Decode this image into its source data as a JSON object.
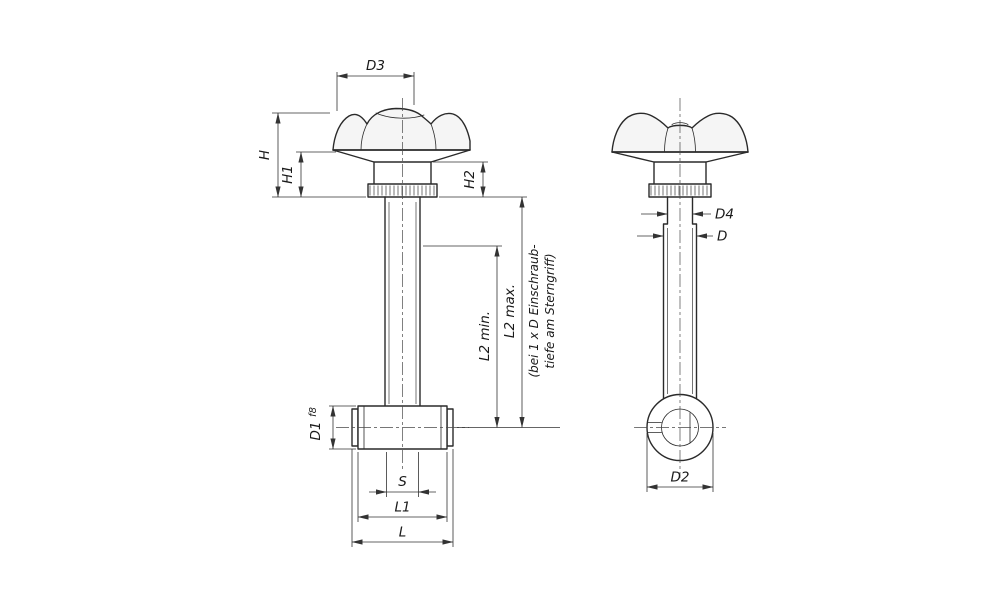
{
  "drawing": {
    "dims": {
      "d3": "D3",
      "h": "H",
      "h1": "H1",
      "h2": "H2",
      "l2_min": "L2 min.",
      "l2_max": "L2 max.",
      "l2_note_1": "(bei 1 x D Einschraub-",
      "l2_note_2": "tiefe am Sterngriff)",
      "d1": "D1",
      "d1_tol": "f8",
      "s": "S",
      "l1": "L1",
      "l": "L",
      "d4": "D4",
      "d": "D",
      "d2": "D2"
    },
    "colors": {
      "outline": "#2a2a2a",
      "dimension": "#333333",
      "background": "#ffffff"
    }
  }
}
